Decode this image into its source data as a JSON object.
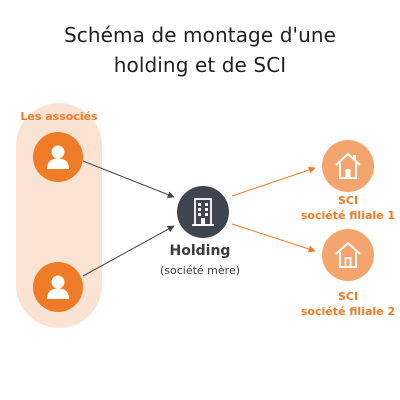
{
  "title": {
    "line1": "Schéma de montage d'une",
    "line2": "holding et de SCI"
  },
  "associates": {
    "label": "Les associés",
    "icon": "person-icon",
    "color": "#f07b26",
    "panel_color": "#fbe3d4"
  },
  "holding": {
    "name": "Holding",
    "subtitle": "(société mère)",
    "icon": "building-icon",
    "color": "#3f4550"
  },
  "subsidiaries": [
    {
      "title": "SCI",
      "subtitle": "société filiale 1",
      "icon": "house-icon"
    },
    {
      "title": "SCI",
      "subtitle": "société filiale 2",
      "icon": "house-icon"
    }
  ],
  "colors": {
    "accent": "#f07b26",
    "sci_circle": "#f4a56e",
    "text_dark": "#1f1f1f"
  }
}
